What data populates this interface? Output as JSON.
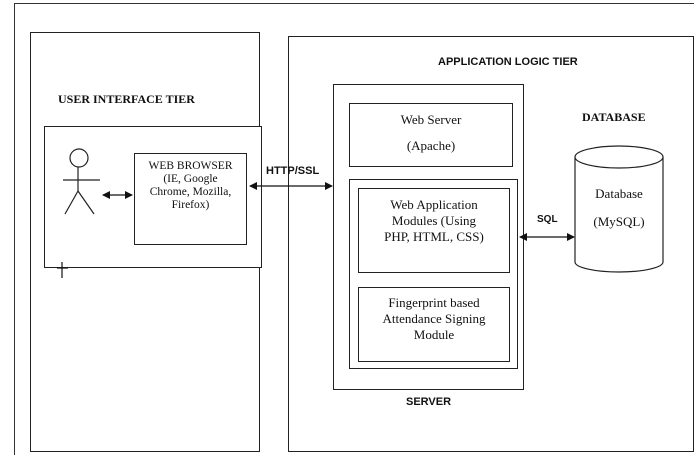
{
  "ui_tier": {
    "title": "USER INTERFACE TIER",
    "browser_lines": [
      "WEB BROWSER",
      "(IE, Google",
      "Chrome, Mozilla,",
      "Firefox)"
    ]
  },
  "app_tier": {
    "title": "APPLICATION LOGIC TIER",
    "server_label": "SERVER",
    "web_server": {
      "line1": "Web Server",
      "line2": "(Apache)"
    },
    "web_app_lines": [
      "Web Application",
      "Modules (Using",
      "PHP, HTML, CSS)"
    ],
    "fingerprint_lines": [
      "Fingerprint based",
      "Attendance Signing",
      "Module"
    ]
  },
  "database": {
    "title": "DATABASE",
    "line1": "Database",
    "line2": "(MySQL)"
  },
  "connectors": {
    "http": "HTTP/SSL",
    "sql": "SQL"
  }
}
